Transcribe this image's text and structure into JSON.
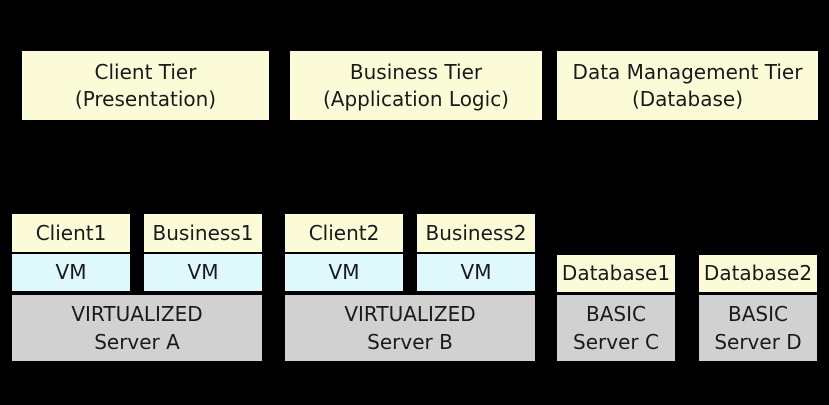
{
  "diagram": {
    "background_color": "#000000",
    "colors": {
      "tier_fill": "#FBFBD8",
      "app_fill": "#FBFBD8",
      "vm_fill": "#DFF8FB",
      "server_fill": "#D1D1D1",
      "border": "#000000",
      "text": "#1a1a1a"
    },
    "tiers": [
      {
        "line1": "Client Tier",
        "line2": "(Presentation)"
      },
      {
        "line1": "Business Tier",
        "line2": "(Application Logic)"
      },
      {
        "line1": "Data Management Tier",
        "line2": "(Database)"
      }
    ],
    "servers": [
      {
        "type": "virtualized",
        "label_line1": "VIRTUALIZED",
        "label_line2": "Server A",
        "apps": [
          {
            "name": "Client1",
            "vm_label": "VM"
          },
          {
            "name": "Business1",
            "vm_label": "VM"
          }
        ]
      },
      {
        "type": "virtualized",
        "label_line1": "VIRTUALIZED",
        "label_line2": "Server B",
        "apps": [
          {
            "name": "Client2",
            "vm_label": "VM"
          },
          {
            "name": "Business2",
            "vm_label": "VM"
          }
        ]
      },
      {
        "type": "basic",
        "label_line1": "BASIC",
        "label_line2": "Server C",
        "apps": [
          {
            "name": "Database1"
          }
        ]
      },
      {
        "type": "basic",
        "label_line1": "BASIC",
        "label_line2": "Server D",
        "apps": [
          {
            "name": "Database2"
          }
        ]
      }
    ]
  }
}
